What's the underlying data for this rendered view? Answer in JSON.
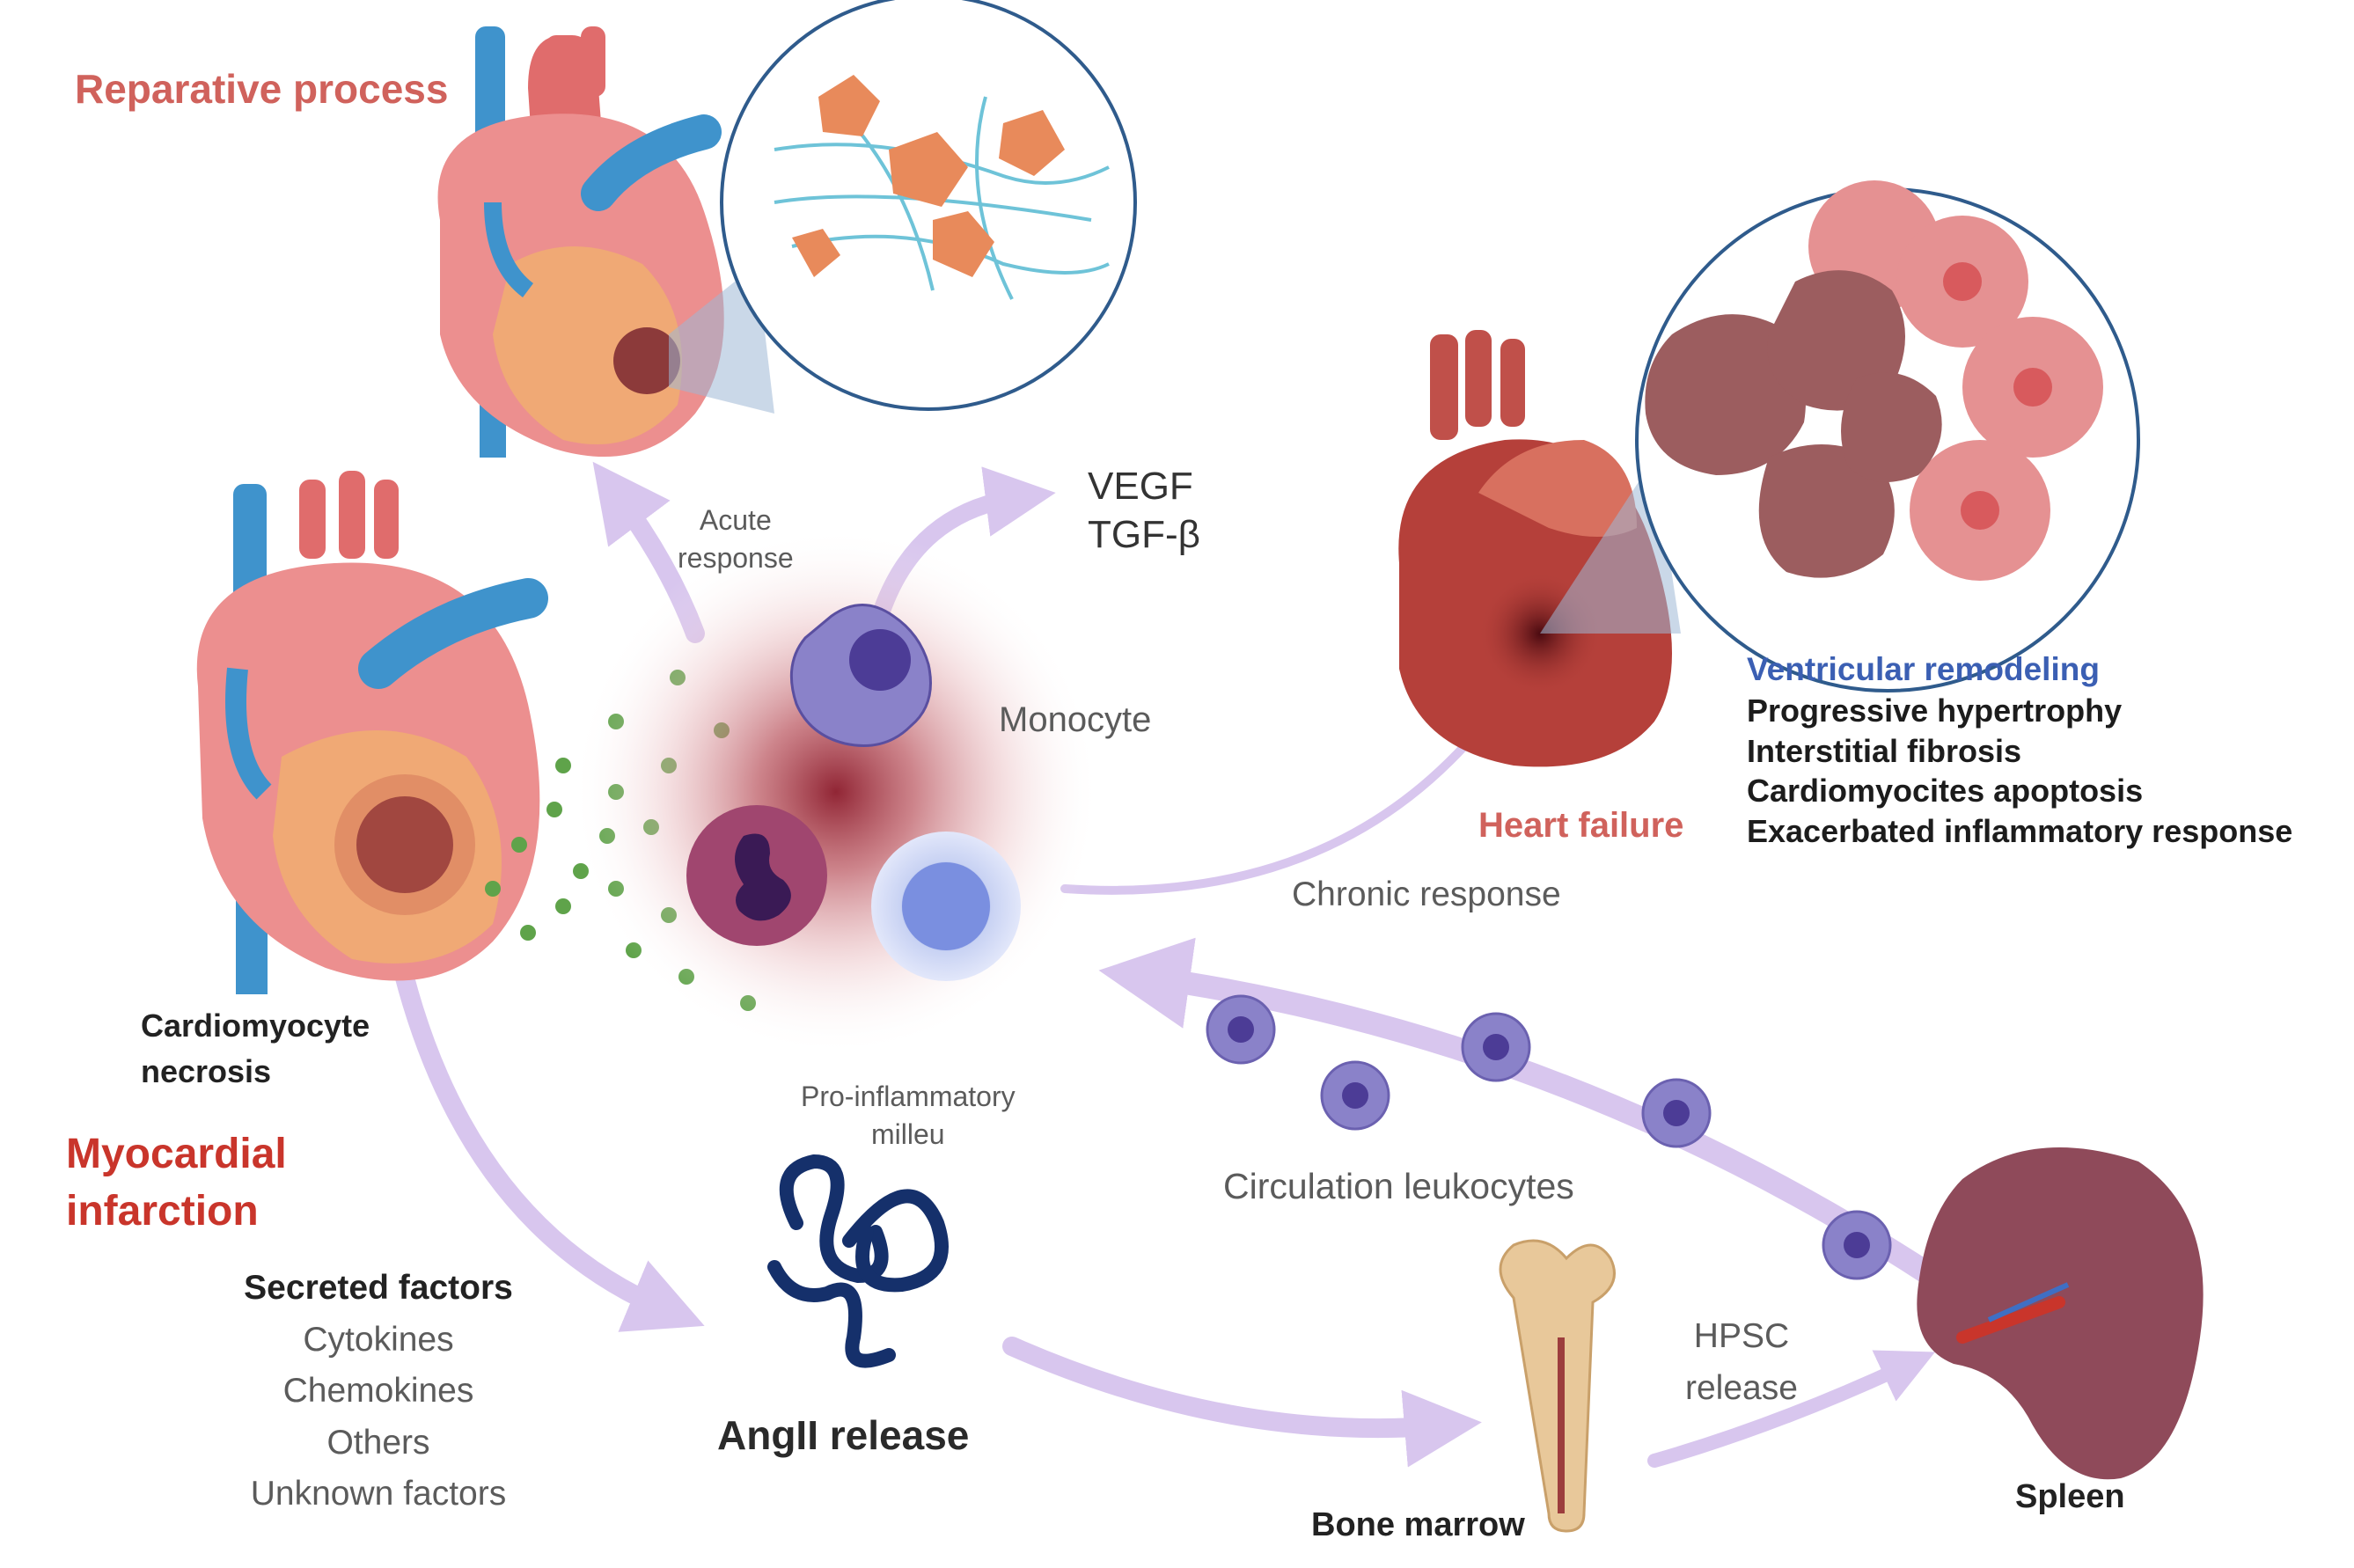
{
  "labels": {
    "reparative_process": "Reparative process",
    "acute_response": [
      "Acute",
      "response"
    ],
    "vegf": "VEGF",
    "tgf_beta": "TGF-β",
    "monocyte": "Monocyte",
    "heart_failure": "Heart failure",
    "chronic_response": "Chronic response",
    "pro_inflammatory": [
      "Pro-inflammatory",
      "milleu"
    ],
    "cardiomyocyte_necrosis": [
      "Cardiomyocyte",
      "necrosis"
    ],
    "myocardial_infarction": [
      "Myocardial",
      "infarction"
    ],
    "circulation_leukocytes": "Circulation leukocytes",
    "angii_release": "AngII release",
    "hpsc_release": [
      "HPSC",
      "release"
    ],
    "bone_marrow": "Bone marrow",
    "spleen": "Spleen"
  },
  "ventricular_remodeling": {
    "title": "Ventricular remodeling",
    "items": [
      "Progressive hypertrophy",
      "Interstitial fibrosis",
      "Cardiomyocites apoptosis",
      "Exacerbated inflammatory response"
    ]
  },
  "secreted_factors": {
    "title": "Secreted factors",
    "items": [
      "Cytokines",
      "Chemokines",
      "Others",
      "Unknown factors"
    ]
  },
  "colors": {
    "arrow": "#d8c6ee",
    "heart_pink": "#ec8f8f",
    "heart_red": "#b5403a",
    "vessel_blue": "#3f93cc",
    "monocyte": "#8a82c9",
    "neutrophil": "#a0466f",
    "lymphocyte": "#a7b6ea",
    "green_dot": "#5fa34a"
  }
}
